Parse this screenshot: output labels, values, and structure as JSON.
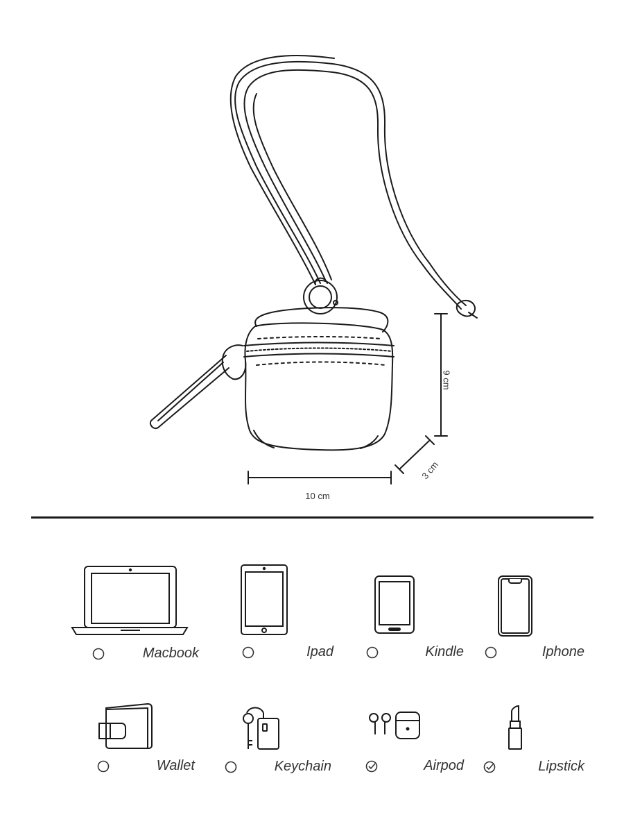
{
  "dimensions": {
    "width": "10 cm",
    "height": "9 cm",
    "depth": "3 cm"
  },
  "items": [
    {
      "label": "Macbook",
      "fits": false,
      "icon": "laptop-icon"
    },
    {
      "label": "Ipad",
      "fits": false,
      "icon": "tablet-icon"
    },
    {
      "label": "Kindle",
      "fits": false,
      "icon": "ereader-icon"
    },
    {
      "label": "Iphone",
      "fits": false,
      "icon": "phone-icon"
    },
    {
      "label": "Wallet",
      "fits": false,
      "icon": "wallet-icon"
    },
    {
      "label": "Keychain",
      "fits": false,
      "icon": "keychain-icon"
    },
    {
      "label": "Airpod",
      "fits": true,
      "icon": "airpods-icon"
    },
    {
      "label": "Lipstick",
      "fits": true,
      "icon": "lipstick-icon"
    }
  ]
}
